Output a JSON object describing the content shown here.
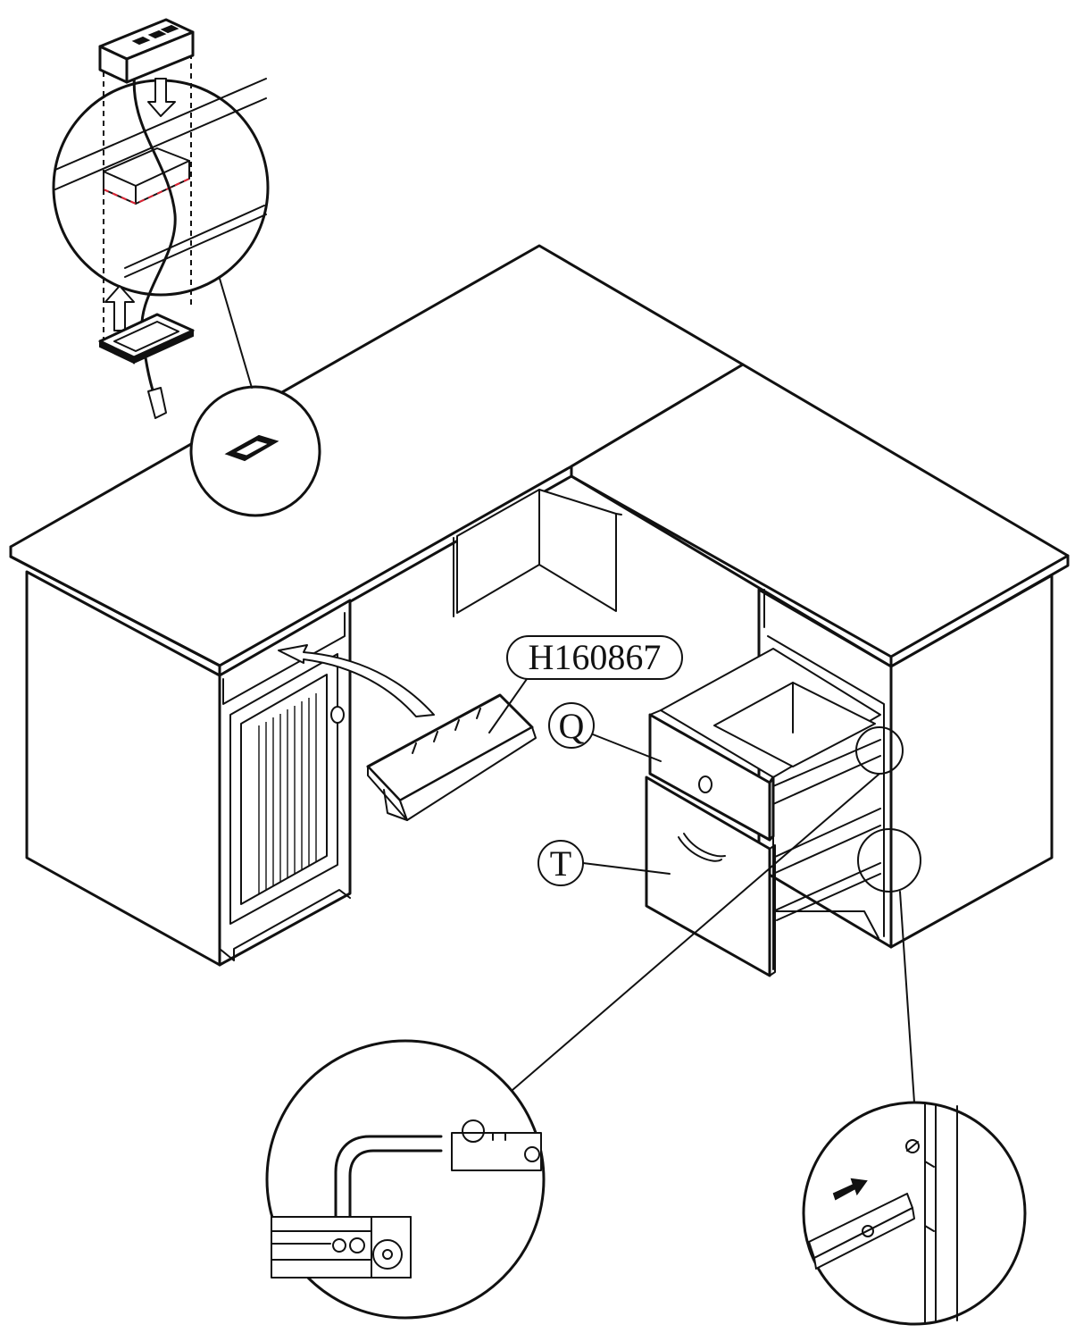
{
  "labels": {
    "part_number": "H160867",
    "drawer_q": "Q",
    "drawer_t": "T"
  },
  "colors": {
    "line": "#111111",
    "background": "#ffffff",
    "cut_line": "#dd2233"
  }
}
